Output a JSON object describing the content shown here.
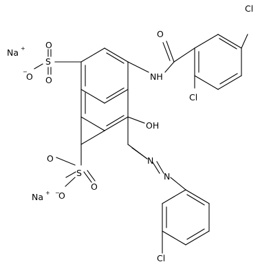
{
  "molecule": {
    "atoms": {
      "cl_top": "Cl",
      "o_carbonyl": "O",
      "nh": "NH",
      "cl_ring": "Cl",
      "na_top": "Na",
      "na_top_charge": "+",
      "o_s1_top": "O",
      "s1": "S",
      "o_s1_minus": "O",
      "o_s1_minus_charge": "−",
      "o_s1_bottom": "O",
      "oh": "OH",
      "o_s2_top": "O",
      "s2": "S",
      "n_azo_1": "N",
      "n_azo_2": "N",
      "na_bottom": "Na",
      "na_bottom_charge": "+",
      "o_s2_minus": "O",
      "o_s2_minus_charge": "−",
      "o_s2_bottom": "O",
      "cl_bottom": "Cl"
    }
  }
}
